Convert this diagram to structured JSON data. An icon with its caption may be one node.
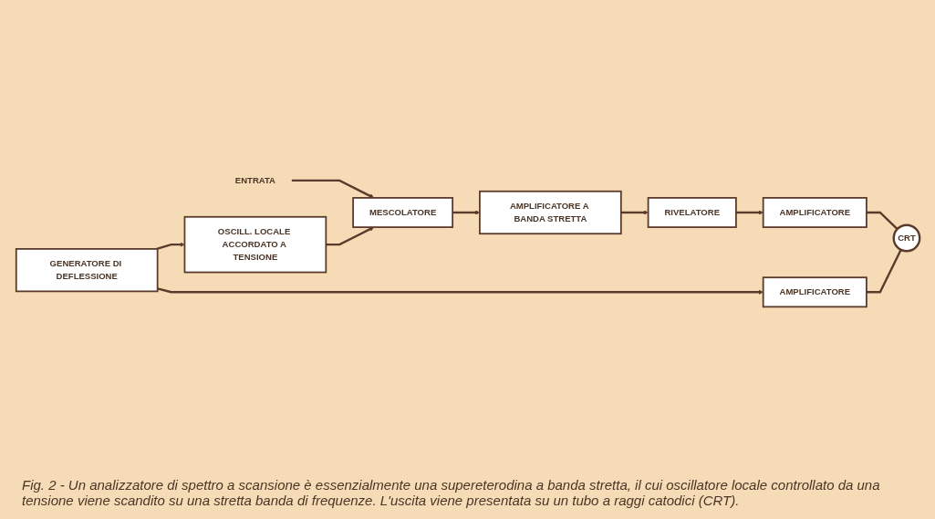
{
  "diagram": {
    "caption": "Fig. 2 - Un analizzatore di spettro a scansione è essenzialmente una supereterodina a banda stretta, il cui oscillatore locale controllato da una tensione viene scandito su una stretta banda di frequenze. L'uscita viene presentata su un tubo a raggi catodici (CRT).",
    "nodes": [
      {
        "text": [
          "ENTRATA"
        ]
      },
      {
        "text": [
          "MESCOLATORE"
        ]
      },
      {
        "text": [
          "AMPLIFICATORE A BANDA STRETTA"
        ]
      },
      {
        "text": [
          "RIVELATORE"
        ]
      },
      {
        "text": [
          "AMPLIFICATORE"
        ]
      },
      {
        "text": [
          "OSCILL. LOCALE ACCORDATO A TENSIONE"
        ]
      },
      {
        "text": [
          "GENERATORE DI DEFLESSIONE"
        ]
      },
      {
        "text": [
          "AMPLIFICATORE"
        ]
      },
      {
        "text": [
          "CRT"
        ]
      }
    ],
    "edges": [
      {
        "from": 0,
        "to": 1,
        "arrow": "to"
      },
      {
        "from": 1,
        "to": 2,
        "arrow": "to"
      },
      {
        "from": 2,
        "to": 3,
        "arrow": "to"
      },
      {
        "from": 3,
        "to": 4,
        "arrow": "to"
      },
      {
        "from": 5,
        "to": 1,
        "arrow": "to"
      },
      {
        "from": 6,
        "to": 5,
        "arrow": "to"
      },
      {
        "from": 6,
        "to": 7,
        "arrow": "to"
      },
      {
        "from": 4,
        "to": 8,
        "arrow": "none"
      },
      {
        "from": 7,
        "to": 8,
        "arrow": "none"
      }
    ]
  }
}
